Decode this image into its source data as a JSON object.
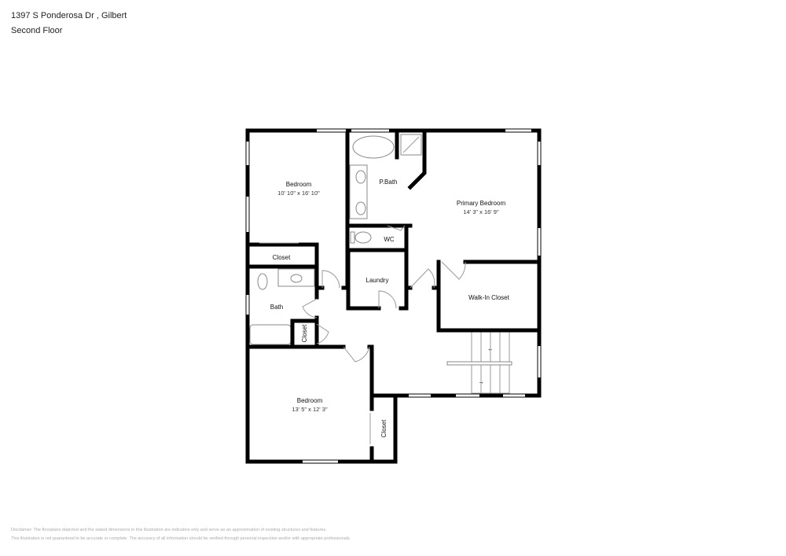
{
  "header": {
    "address": "1397 S Ponderosa Dr , Gilbert",
    "floor": "Second Floor"
  },
  "rooms": {
    "bedroom1": {
      "name": "Bedroom",
      "dims": "10' 10\" x 16' 10\""
    },
    "pbath": {
      "name": "P.Bath"
    },
    "primary": {
      "name": "Primary Bedroom",
      "dims": "14' 3\" x 16' 9\""
    },
    "wc": {
      "name": "WC"
    },
    "closet1": {
      "name": "Closet"
    },
    "laundry": {
      "name": "Laundry"
    },
    "walkin": {
      "name": "Walk-In Closet"
    },
    "bath": {
      "name": "Bath"
    },
    "closet2": {
      "name": "Closet"
    },
    "bedroom2": {
      "name": "Bedroom",
      "dims": "13' 5\" x 12' 3\""
    },
    "closet3": {
      "name": "Closet"
    }
  },
  "disclaimer": {
    "line1": "Disclaimer: The floorplans depicted and the stated dimensions in this illustration are indicative only and serve as an approximation of existing structures and features.",
    "line2": "This illustration is not guaranteed to be accurate or complete. The accuracy of all information should be verified through personal inspection and/or with appropriate professionals."
  }
}
